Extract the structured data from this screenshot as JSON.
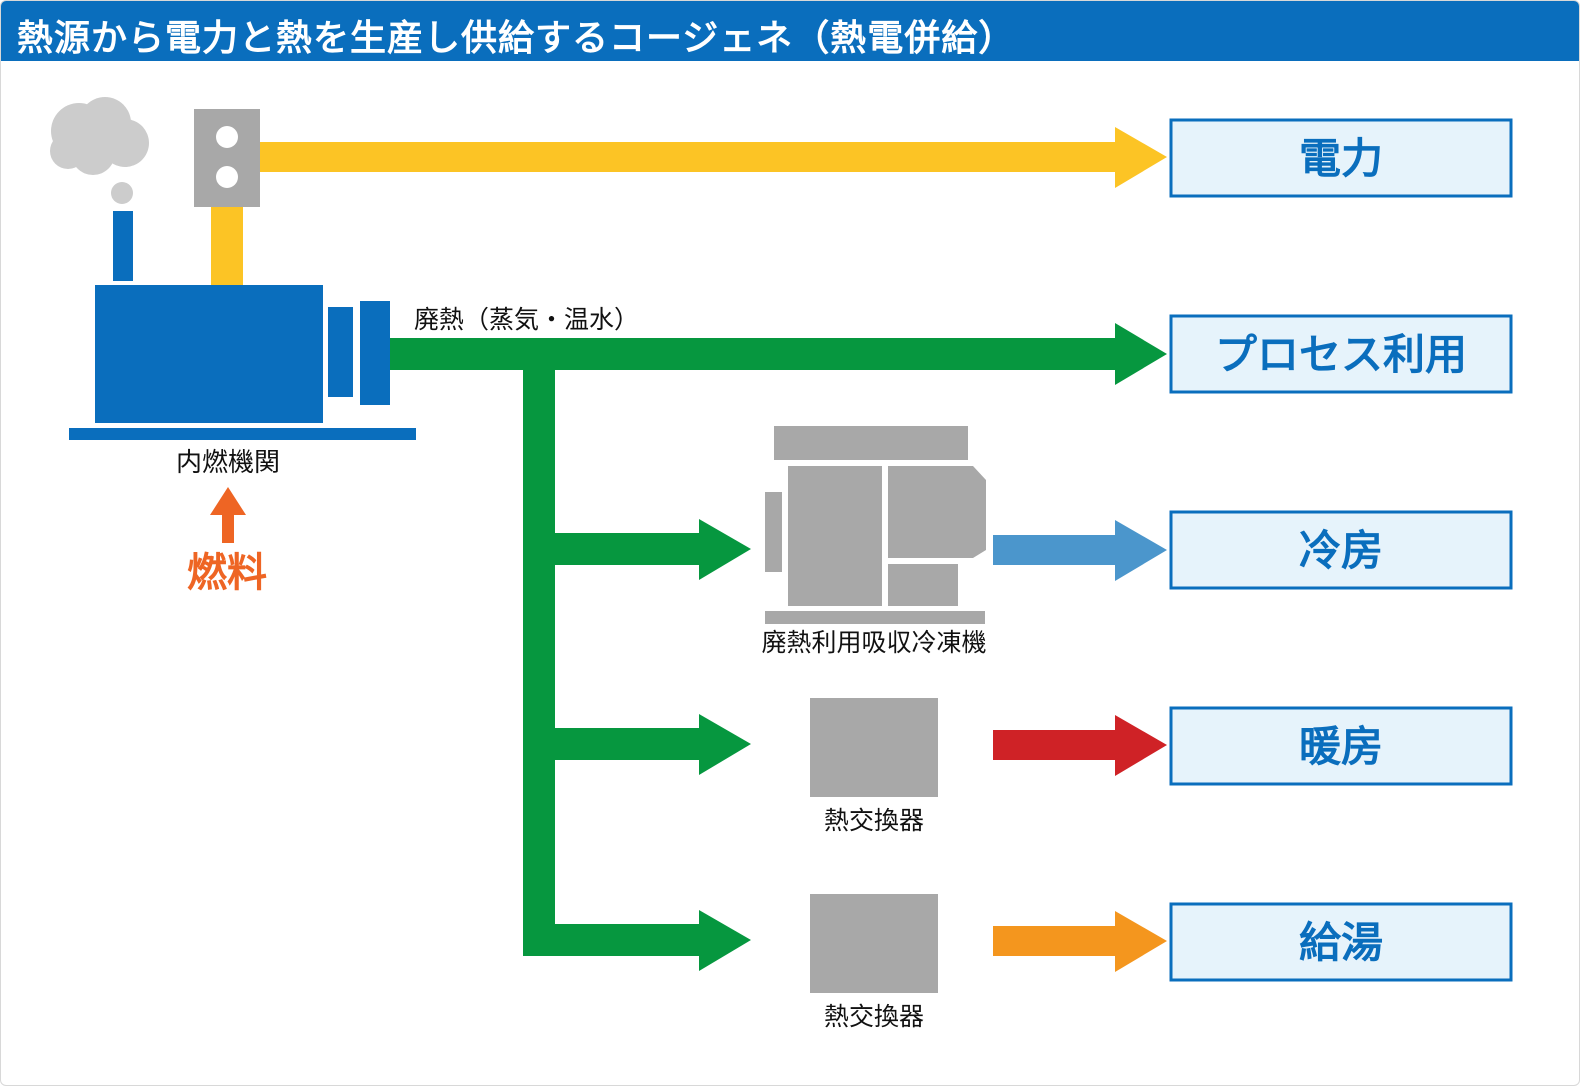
{
  "title": "熱源から電力と熱を生産し供給するコージェネ（熱電併給）",
  "engine_label": "内燃機関",
  "fuel_label": "燃料",
  "waste_heat_label": "廃熱（蒸気・温水）",
  "absorption_chiller_label": "廃熱利用吸収冷凍機",
  "heat_exchanger_label_1": "熱交換器",
  "heat_exchanger_label_2": "熱交換器",
  "outputs": {
    "electricity": "電力",
    "process": "プロセス利用",
    "cooling": "冷房",
    "heating": "暖房",
    "hot_water": "給湯"
  },
  "colors": {
    "header": "#0a6ebd",
    "engine": "#0a6ebd",
    "electricity_arrow": "#fcc425",
    "heat_arrow": "#06973f",
    "cooling_arrow": "#4b96cc",
    "heating_arrow": "#cf2226",
    "hot_water_arrow": "#f4961e",
    "fuel_arrow": "#ee6524",
    "equipment_gray": "#a8a8a8",
    "smoke_gray": "#cccccc",
    "output_box_fill": "#e6f3fb",
    "output_box_border": "#0a6ebd"
  }
}
